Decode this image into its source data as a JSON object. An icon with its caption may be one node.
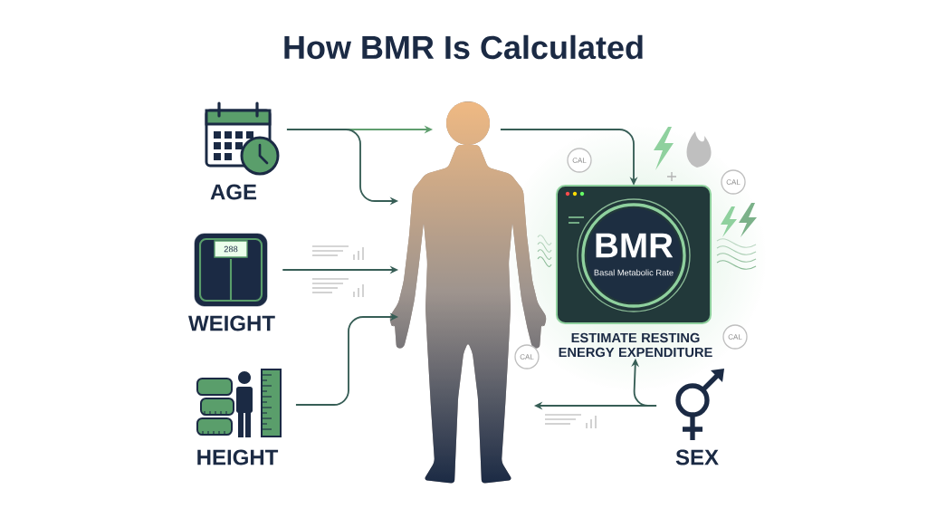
{
  "diagram": {
    "title": "How BMR Is Calculated",
    "nodes": [
      {
        "text": [
          "AGE"
        ]
      },
      {
        "text": [
          "WEIGHT"
        ]
      },
      {
        "text": [
          "HEIGHT"
        ]
      },
      {
        "text": [],
        "shape": "person"
      },
      {
        "text": [
          "BMR",
          "Basal Metabolic Rate"
        ],
        "beside": [
          "ESTIMATE RESTING ENERGY EXPENDITURE"
        ]
      },
      {
        "text": [
          "SEX"
        ]
      }
    ],
    "edges": [
      {
        "from": 0,
        "to": 3,
        "arrow": "to",
        "color": "#5f9e6e"
      },
      {
        "from": 0,
        "to": 3,
        "arrow": "to"
      },
      {
        "from": 1,
        "to": 3,
        "arrow": "to"
      },
      {
        "from": 2,
        "to": 3,
        "arrow": "to"
      },
      {
        "from": 3,
        "to": 4,
        "arrow": "to"
      },
      {
        "from": 5,
        "to": 3,
        "arrow": "to"
      },
      {
        "from": 5,
        "to": 4,
        "arrow": "to"
      }
    ],
    "labels": [
      "CAL",
      "CAL",
      "288",
      "CAL",
      "CAL"
    ]
  }
}
